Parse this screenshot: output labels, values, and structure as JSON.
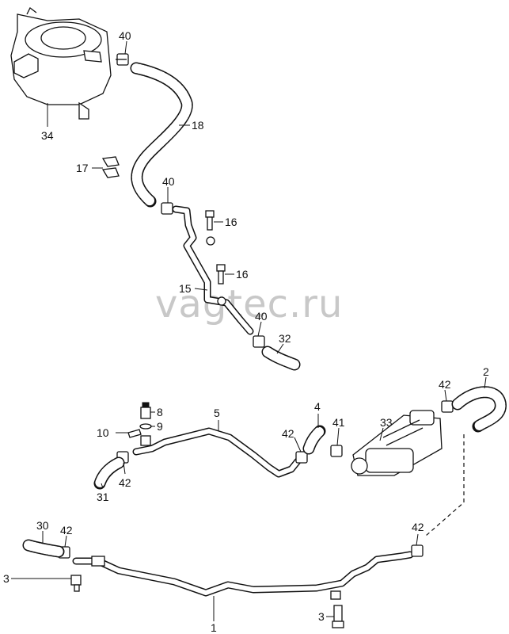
{
  "watermark": "vagtec.ru",
  "labels": {
    "p1": "1",
    "p2": "2",
    "p3a": "3",
    "p3b": "3",
    "p4": "4",
    "p5": "5",
    "p8": "8",
    "p9": "9",
    "p10": "10",
    "p15": "15",
    "p16a": "16",
    "p16b": "16",
    "p17": "17",
    "p18": "18",
    "p30": "30",
    "p31": "31",
    "p32": "32",
    "p33": "33",
    "p34": "34",
    "p40a": "40",
    "p40b": "40",
    "p40c": "40",
    "p41": "41",
    "p42a": "42",
    "p42b": "42",
    "p42c": "42",
    "p42d": "42",
    "p42e": "42"
  }
}
